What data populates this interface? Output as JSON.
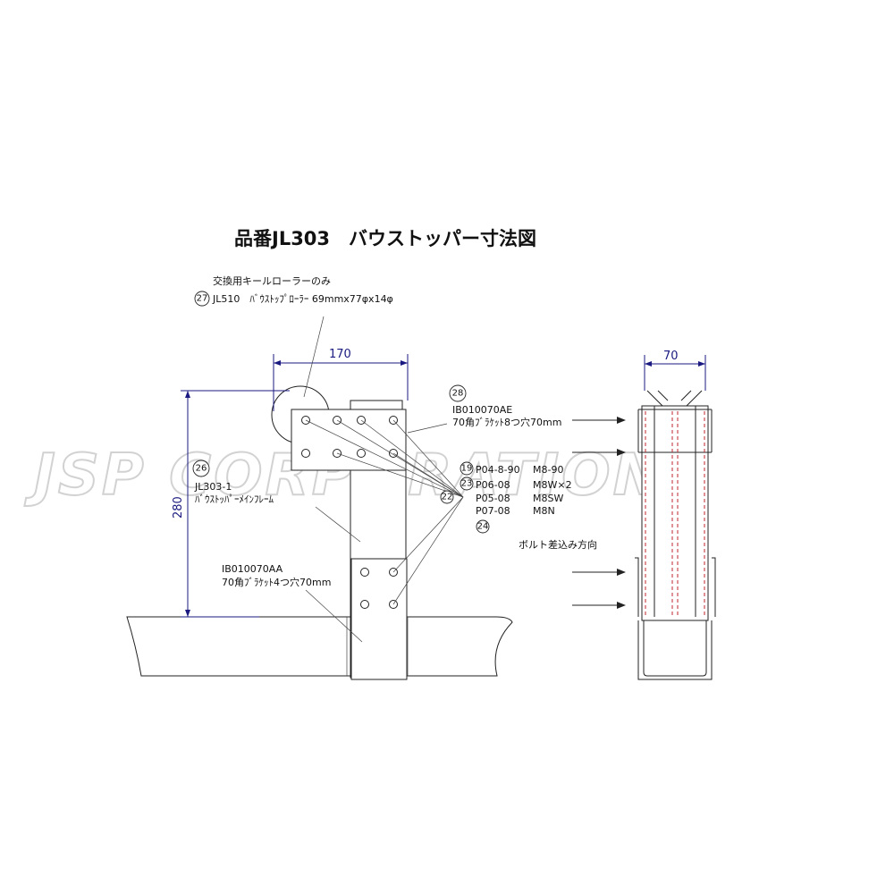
{
  "title": "品番JL303　バウストッパー寸法図",
  "watermark": "JSP CORPORATION",
  "dimensions": {
    "front_width": "170",
    "front_height": "280",
    "side_width": "70"
  },
  "labels": {
    "roller_heading": "交換用キールローラーのみ",
    "roller_part": "JL510　ﾊﾞｳｽﾄｯﾌﾟﾛｰﾗｰ 69mmx77φx14φ",
    "roller_num": "27",
    "upper_bracket_num": "28",
    "upper_bracket_code": "IB010070AE",
    "upper_bracket_desc": "70角ﾌﾞﾗｹｯﾄ8つ穴70mm",
    "main_frame_num": "26",
    "main_frame_code": "JL303-1",
    "main_frame_desc": "ﾊﾞｳｽﾄｯﾊﾟｰﾒｲﾝﾌﾚｰﾑ",
    "lower_bracket_code": "IB010070AA",
    "lower_bracket_desc": "70角ﾌﾞﾗｹｯﾄ4つ穴70mm",
    "bolt_direction": "ボルト差込み方向"
  },
  "hardware": [
    {
      "num": "19",
      "code": "P04-8-90",
      "spec": "M8-90"
    },
    {
      "num": "23",
      "code": "P06-08",
      "spec": "M8W×2"
    },
    {
      "num": "22",
      "code": "P05-08",
      "spec": "M8SW"
    },
    {
      "num": "24",
      "code": "P07-08",
      "spec": "M8N"
    }
  ],
  "colors": {
    "line": "#222222",
    "dimension": "#1a1a80",
    "hidden_line": "#c0272d",
    "watermark": "#d2d2d2"
  }
}
